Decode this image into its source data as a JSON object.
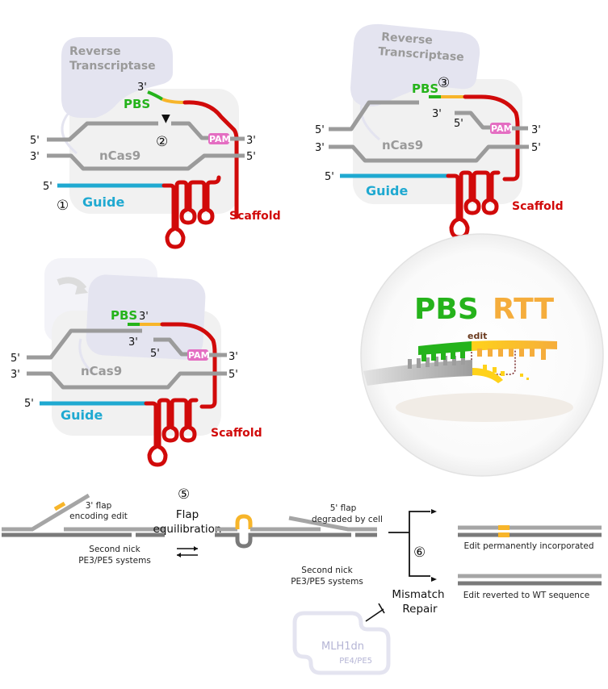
{
  "panel1": {
    "rt_line1": "Reverse",
    "rt_line2": "Transcriptase",
    "pbs": "PBS",
    "three_prime": "3'",
    "nick_marker": "▼",
    "step_nick": "②",
    "pam": "PAM",
    "strand_top_left": "5'",
    "strand_top_right": "3'",
    "strand_bot_left": "3'",
    "strand_bot_right": "5'",
    "cas": "nCas9",
    "guide_5": "5'",
    "step_guide": "①",
    "guide": "Guide",
    "scaffold": "Scaffold"
  },
  "panel2": {
    "rt_line1": "Reverse",
    "rt_line2": "Transcriptase",
    "pbs": "PBS",
    "step": "③",
    "nick_3": "3'",
    "nick_5": "5'",
    "pam": "PAM",
    "strand_top_left": "5'",
    "strand_top_right": "3'",
    "strand_bot_left": "3'",
    "strand_bot_right": "5'",
    "cas": "nCas9",
    "guide_5": "5'",
    "guide": "Guide",
    "scaffold": "Scaffold"
  },
  "panel3": {
    "pbs": "PBS",
    "pbs_3": "3'",
    "nick_3": "3'",
    "nick_5": "5'",
    "pam": "PAM",
    "strand_top_left": "5'",
    "strand_top_right": "3'",
    "strand_bot_left": "3'",
    "strand_bot_right": "5'",
    "cas": "nCas9",
    "guide_5": "5'",
    "guide": "Guide",
    "scaffold": "Scaffold"
  },
  "inset": {
    "pbs": "PBS",
    "rtt": "RTT",
    "edit": "edit"
  },
  "bottom": {
    "step5": "⑤",
    "flap_line1": "Flap",
    "flap_line2": "equilibration",
    "flap3_line1": "3' flap",
    "flap3_line2": "encoding edit",
    "nick_left_line1": "Second nick",
    "nick_left_line2": "PE3/PE5 systems",
    "flap5_line1": "5' flap",
    "flap5_line2": "degraded by cell",
    "nick_right_line1": "Second nick",
    "nick_right_line2": "PE3/PE5 systems",
    "step6": "⑥",
    "mmr_line1": "Mismatch",
    "mmr_line2": "Repair",
    "outcome1": "Edit permanently incorporated",
    "outcome2": "Edit reverted to WT sequence",
    "mlh1_line1": "MLH1dn",
    "mlh1_line2": "PE4/PE5"
  },
  "colors": {
    "pbs": "#25b31b",
    "rtt": "#f5ad3c",
    "edit": "#f7b52a",
    "scaffold": "#d10a0a",
    "guide": "#1fa9d1",
    "pam": "#e46ec2",
    "rt_protein": "#e4e4f0",
    "cas9": "#f1f1f1",
    "dna": "#9b9b9b"
  }
}
